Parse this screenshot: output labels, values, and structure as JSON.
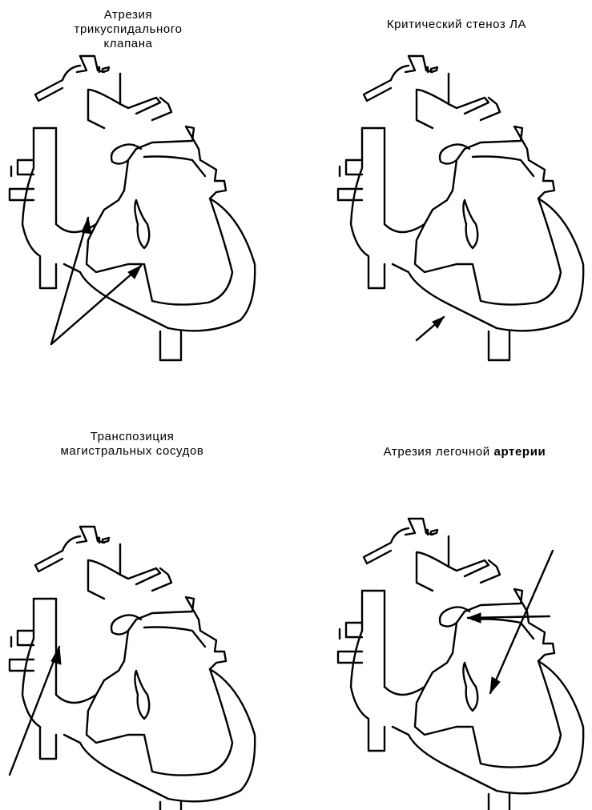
{
  "panels": [
    {
      "caption_lines": [
        "Атрезия",
        "трикуспидального",
        "клапана"
      ]
    },
    {
      "caption_lines": [
        "Критический стеноз ЛА"
      ]
    },
    {
      "caption_lines": [
        "Транспозиция",
        "магистральных сосудов"
      ]
    },
    {
      "caption_prefix": "Атрезия легочной ",
      "caption_bold": "артерии"
    }
  ]
}
